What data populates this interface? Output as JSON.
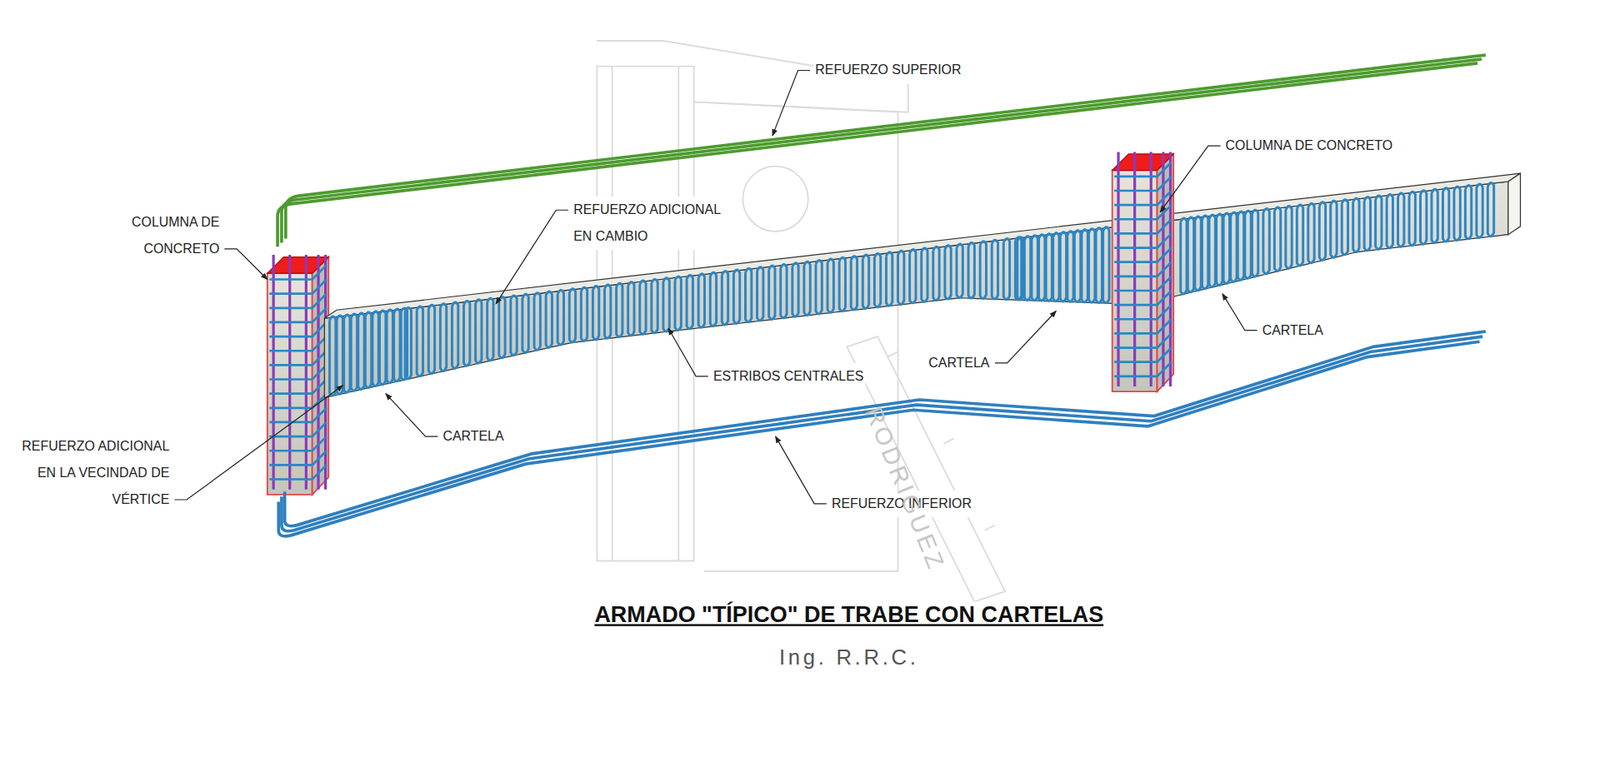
{
  "diagram": {
    "title": "ARMADO \"TÍPICO\" DE TRABE CON CARTELAS",
    "caption": "Ing. R.R.C.",
    "labels": [
      "REFUERZO SUPERIOR",
      "COLUMNA DE CONCRETO",
      "REFUERZO ADICIONAL EN CAMBIO",
      "COLUMNA DE CONCRETO",
      "ESTRIBOS CENTRALES",
      "CARTELA",
      "CARTELA",
      "REFUERZO ADICIONAL EN LA VECINDAD DE VÉRTICE",
      "CARTELA",
      "REFUERZO INFERIOR",
      "RODRIGUEZ"
    ]
  }
}
